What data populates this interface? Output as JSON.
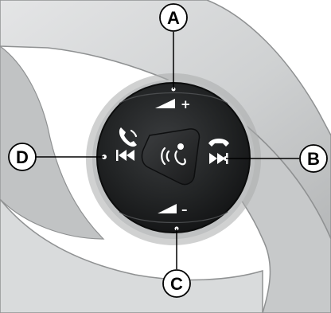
{
  "figure": {
    "colors": {
      "background": "#ffffff",
      "housing": "#d4d6d7",
      "housing_shadow": "#a9abac",
      "control_pad": "#1f2122",
      "center_button": "#2b2d2f",
      "callout_fill": "#ffffff",
      "callout_line": "#000000"
    },
    "callouts": [
      {
        "id": "A",
        "label": "A"
      },
      {
        "id": "B",
        "label": "B"
      },
      {
        "id": "C",
        "label": "C"
      },
      {
        "id": "D",
        "label": "D"
      }
    ],
    "buttons": {
      "volume_up": {
        "icon": "volume-up-icon",
        "sign": "+"
      },
      "volume_down": {
        "icon": "volume-down-icon",
        "sign": "–"
      },
      "next": {
        "icon": "seek-next-icon"
      },
      "previous": {
        "icon": "seek-previous-icon"
      },
      "voice": {
        "icon": "voice-command-icon"
      },
      "call_answer": {
        "icon": "phone-answer-icon"
      },
      "call_end": {
        "icon": "phone-hangup-icon"
      }
    }
  }
}
